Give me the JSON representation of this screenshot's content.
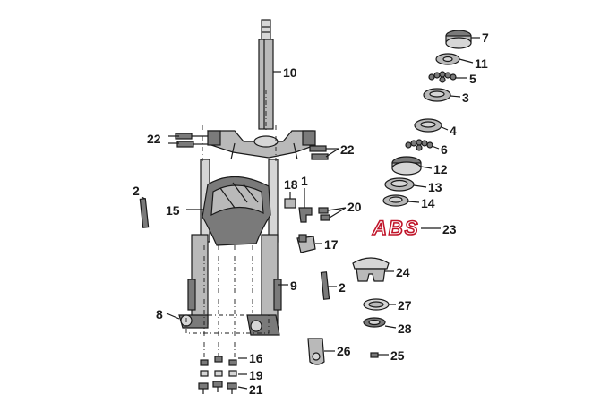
{
  "callouts": [
    {
      "id": "c10",
      "text": "10"
    },
    {
      "id": "c22a",
      "text": "22"
    },
    {
      "id": "c22b",
      "text": "22"
    },
    {
      "id": "c2a",
      "text": "2"
    },
    {
      "id": "c15",
      "text": "15"
    },
    {
      "id": "c18",
      "text": "18"
    },
    {
      "id": "c1",
      "text": "1"
    },
    {
      "id": "c20",
      "text": "20"
    },
    {
      "id": "c17",
      "text": "17"
    },
    {
      "id": "c2b",
      "text": "2"
    },
    {
      "id": "c9",
      "text": "9"
    },
    {
      "id": "c8",
      "text": "8"
    },
    {
      "id": "c16",
      "text": "16"
    },
    {
      "id": "c19",
      "text": "19"
    },
    {
      "id": "c21",
      "text": "21"
    },
    {
      "id": "c26",
      "text": "26"
    },
    {
      "id": "c25",
      "text": "25"
    },
    {
      "id": "c7",
      "text": "7"
    },
    {
      "id": "c11",
      "text": "11"
    },
    {
      "id": "c5",
      "text": "5"
    },
    {
      "id": "c3",
      "text": "3"
    },
    {
      "id": "c4",
      "text": "4"
    },
    {
      "id": "c6",
      "text": "6"
    },
    {
      "id": "c12",
      "text": "12"
    },
    {
      "id": "c13",
      "text": "13"
    },
    {
      "id": "c14",
      "text": "14"
    },
    {
      "id": "c23",
      "text": "23"
    },
    {
      "id": "c24",
      "text": "24"
    },
    {
      "id": "c27",
      "text": "27"
    },
    {
      "id": "c28",
      "text": "28"
    }
  ],
  "logo_text": "ABS",
  "colors": {
    "logo_outline": "#c0152a",
    "line": "#1a1a1a",
    "part_fill": "#b9b9b9"
  }
}
